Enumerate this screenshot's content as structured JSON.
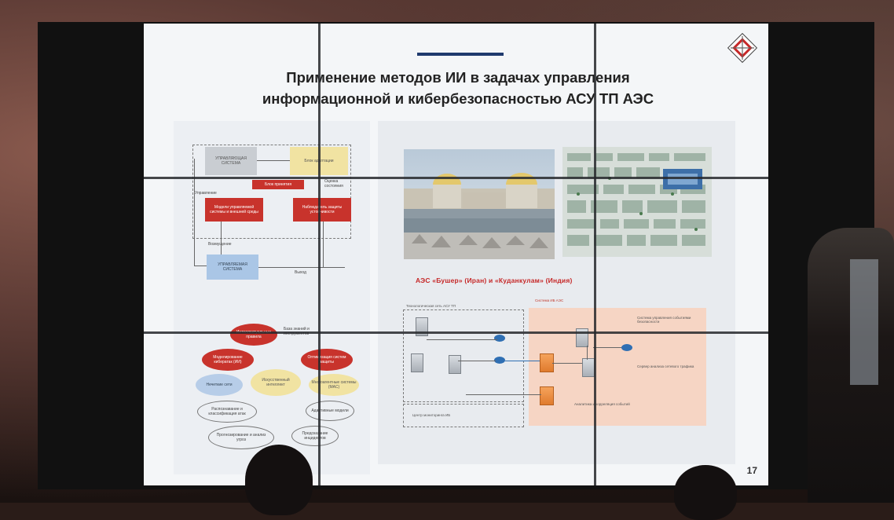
{
  "slide": {
    "title_line1": "Применение методов ИИ в задачах управления",
    "title_line2": "информационной и кибербезопасностью АСУ ТП АЭС",
    "page_number": "17",
    "caption_prefix": "АЭС «Бушер» (Иран) и «Куданкулам» (Индия)"
  },
  "left_diagram": {
    "control_system": "УПРАВЛЯЮЩАЯ СИСТЕМА",
    "adaptation_block": "Блок адаптации",
    "decision_block": "Блок принятия",
    "control_label": "Управление",
    "model_block": "Модели управляемой системы и внешней среды",
    "stability_block": "Наблюдатель защиты устойчивости",
    "disturbance_label": "Возмущение",
    "managed_system": "УПРАВЛЯЕМАЯ СИСТЕМА",
    "output_label": "Выход",
    "input_label": "Оценка состояния"
  },
  "ellipses": {
    "top_red": "Интеллектуальные правила",
    "top_right_note": "База знаний и инструментов",
    "mid_left_red": "Моделирование кибератак (ИИ)",
    "mid_right_red": "Оптимизация систем защиты",
    "left_blue": "Нечеткие сети",
    "center_yellow": "Искусственный интеллект",
    "right_yellow": "Многоагентные системы (МАС)",
    "outline_left_1": "Распознавание и классификация атак",
    "outline_left_2": "Прогнозирование и анализ угроз",
    "outline_right_1": "Адаптивные модели",
    "outline_right_2": "Предсказание инцидентов"
  },
  "network": {
    "left_group": "Технологическая сеть АСУ ТП",
    "right_group": "Система ИБ АЭС",
    "user_label": "Центр мониторинга ИБ",
    "note_1": "Система управления событиями безопасности",
    "note_2": "Сервер анализа сетевого трафика",
    "note_3": "Аналитика и корреляция событий"
  }
}
